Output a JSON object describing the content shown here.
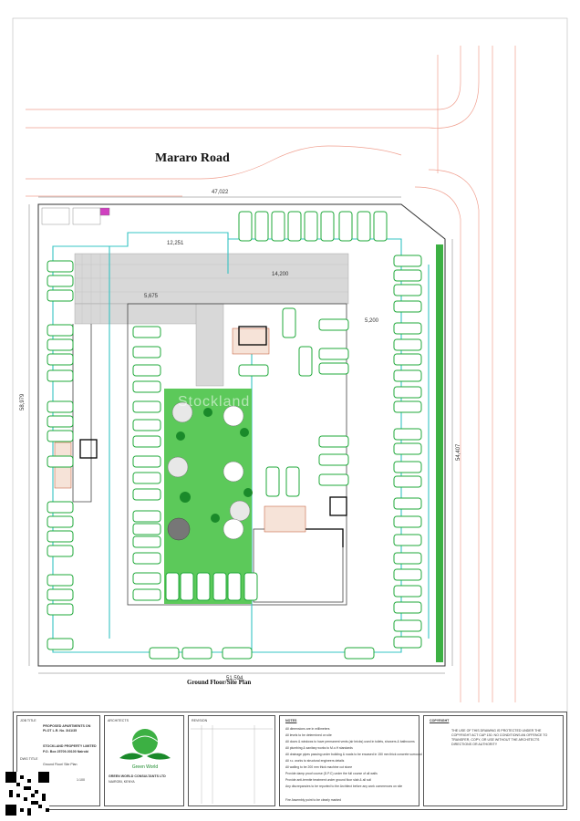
{
  "road": {
    "name": "Mararo Road"
  },
  "plan": {
    "title": "Ground Floor/Site Plan",
    "watermark": "Stockland"
  },
  "dimensions": {
    "top_boundary": "47,022",
    "bottom_boundary": "51,594",
    "left_boundary": "58,979",
    "right_boundary": "54,407",
    "ramp_length": "12,251",
    "drive_length": "14,200",
    "inner_width": "5,675",
    "right_offset": "5,200"
  },
  "titleblock": {
    "job_label": "JOB TITLE",
    "project": "PROPOSED APARTMENTS ON PLOT L.R. No. 3/41/35",
    "client": "STOCKLAND PROPERTY LIMITED",
    "pobox": "P.O. Box 25709-00100 Nairobi",
    "drawing_label": "DWG TITLE",
    "drawing_title": "Ground Floor/ Site Plan",
    "scale": "1:100",
    "architects_label": "ARCHITECTS",
    "logo_text": "Green World",
    "firm": "GREEN WORLD CONSULTANTS LTD",
    "firm_address": "NAIROBI, KENYA",
    "revision_label": "REVISION",
    "notes_label": "NOTES",
    "notes": [
      "All dimensions are in millimeters",
      "All levels to be determined on site",
      "All doors & windows to have permanent vents (air bricks) used in toilets, showers & bathrooms",
      "All plumbing & sanitary works to M.o.H standards",
      "All drainage pipes passing under building & roads to be encased in 150 mm thick concrete surround",
      "All r.c. works to structural engineers details",
      "All walling to be 200 mm thick machine cut stone",
      "Provide damp proof course (D.P.C) under the full course of all walls",
      "Provide anti-termite treatment under ground floor slab & all soil",
      "Any discrepancies to be reported to the Architect before any work commences on site"
    ],
    "approval_note": "Fire Assembly point to be clearly marked",
    "copyright_label": "COPYRIGHT",
    "copyright_text": "THE USE OF THIS DRAWING IS PROTECTED UNDER THE COPYRIGHT ACT CAP 130. NO CONDITIONS AN OFFENCE TO TRANSFER, COPY, OR USE WITHOUT THE ARCHITECTS DIRECTIONS OR AUTHORITY"
  },
  "colors": {
    "parking_green": "#1fa83a",
    "landscape_green": "#5cc95a",
    "service_cyan": "#35c4c4",
    "boundary": "#555555"
  }
}
